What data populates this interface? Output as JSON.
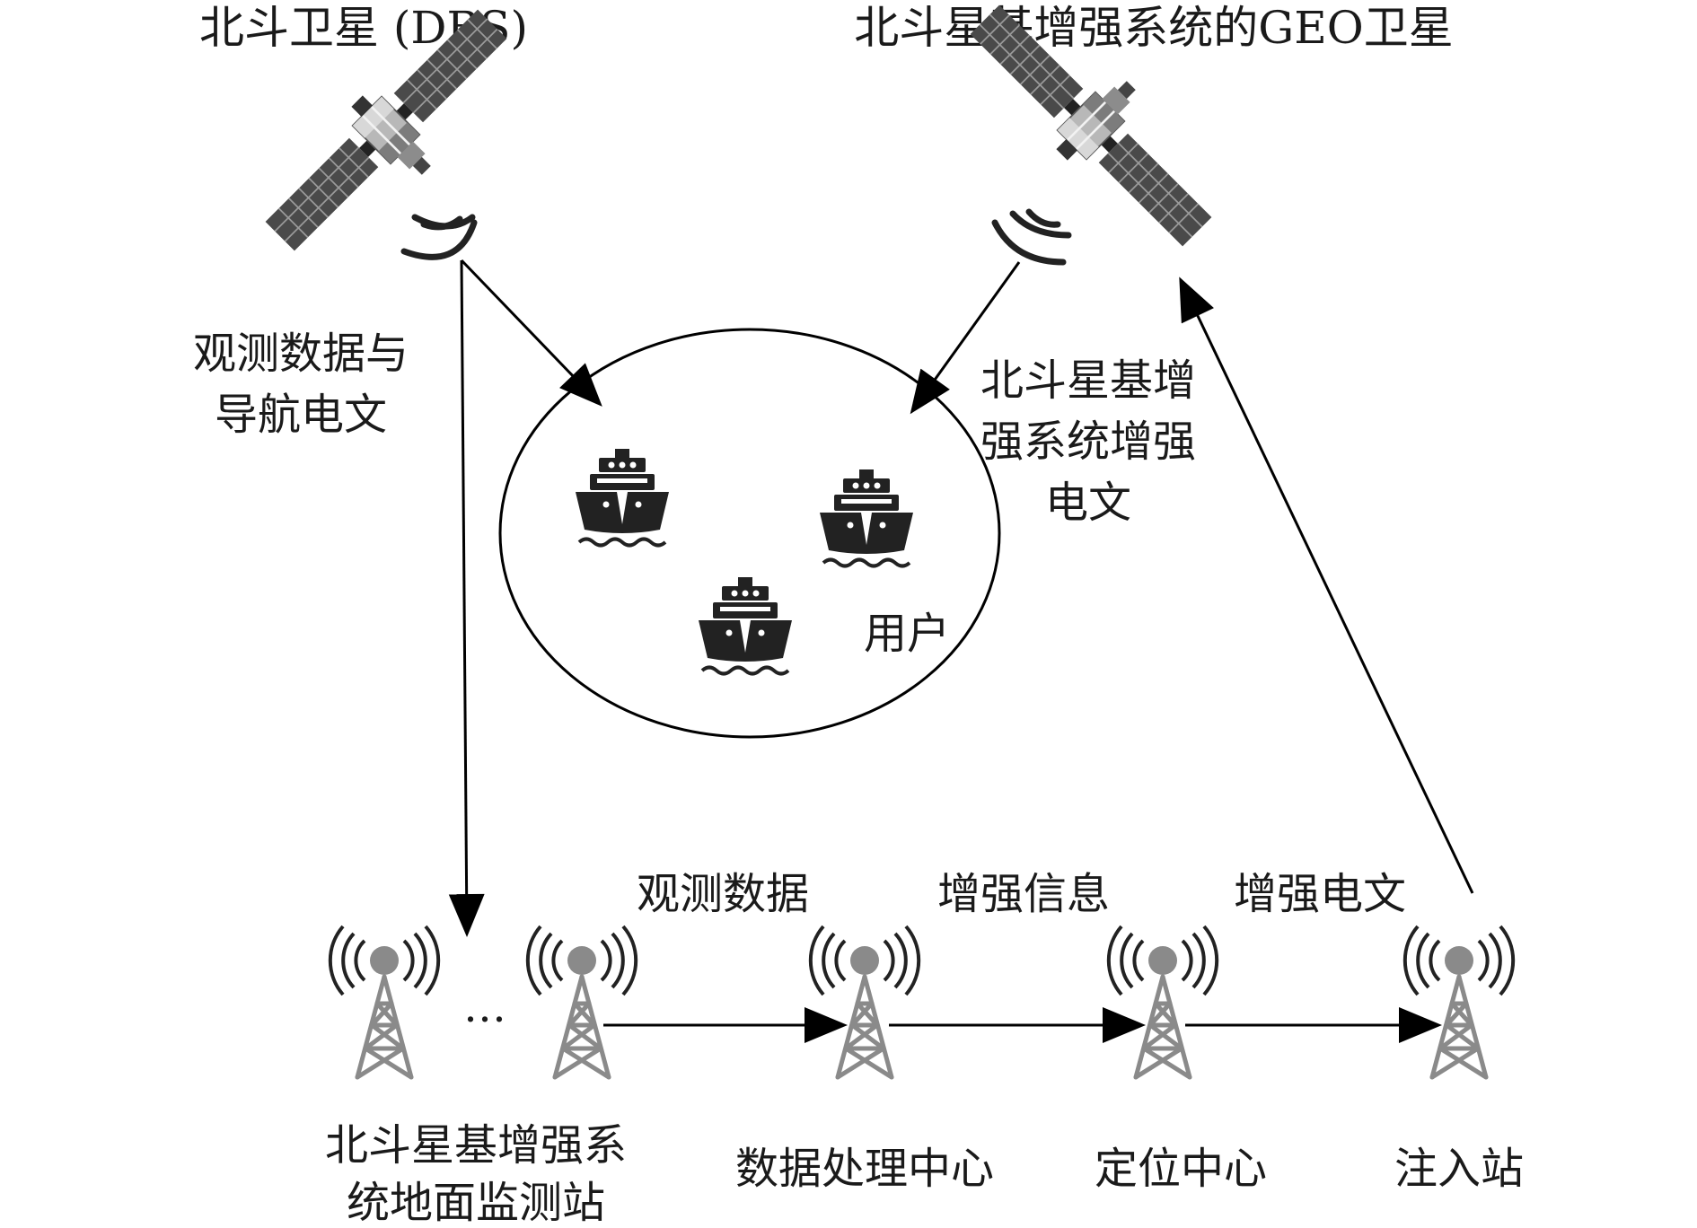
{
  "diagram": {
    "top_left_title": "北斗卫星 (DBS)",
    "top_right_title": "北斗星基增强系统的GEO卫星",
    "left_link_label": [
      "观测数据与",
      "导航电文"
    ],
    "right_link_label": [
      "北斗星基增",
      "强系统增强",
      "电文"
    ],
    "users_label": "用户",
    "ellipsis": "…",
    "flow_labels": {
      "observation": "观测数据",
      "augmentation_info": "增强信息",
      "augmentation_message": "增强电文"
    },
    "station_labels": {
      "monitoring": [
        "北斗星基增强系",
        "统地面监测站"
      ],
      "processing": "数据处理中心",
      "positioning": "定位中心",
      "injection": "注入站"
    }
  },
  "icons": {
    "satellite_left": "satellite-icon",
    "satellite_right": "satellite-icon",
    "ship": "ship-icon",
    "tower": "radio-tower-icon"
  },
  "colors": {
    "line": "#000000",
    "panel_dark": "#4a4a4a",
    "panel_mid": "#8c8c8c",
    "panel_light": "#cfcfcf",
    "ship": "#222222",
    "tower": "#8a8a8a"
  }
}
